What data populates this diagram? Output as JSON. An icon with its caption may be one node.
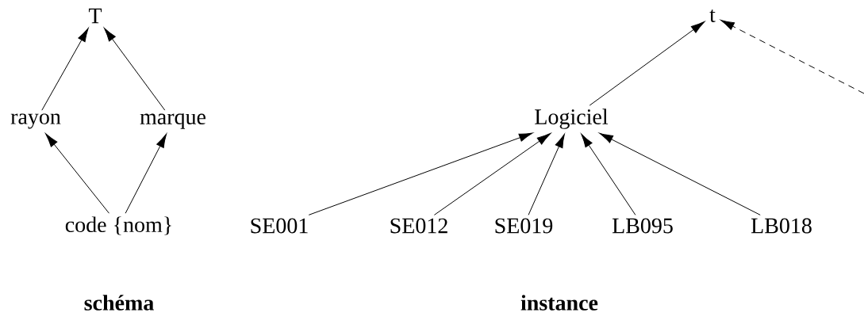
{
  "diagram": {
    "nodes": [
      {
        "text": [
          "T"
        ]
      },
      {
        "text": [
          "rayon"
        ]
      },
      {
        "text": [
          "marque"
        ]
      },
      {
        "text": [
          "code {nom}"
        ]
      },
      {
        "text": [
          "t"
        ]
      },
      {
        "text": [
          "Logiciel"
        ]
      },
      {
        "text": [
          "SE001"
        ]
      },
      {
        "text": [
          "SE012"
        ]
      },
      {
        "text": [
          "SE019"
        ]
      },
      {
        "text": [
          "LB095"
        ]
      },
      {
        "text": [
          "LB018"
        ]
      }
    ],
    "edges": [
      {
        "from": 1,
        "to": 0,
        "arrow": "to"
      },
      {
        "from": 2,
        "to": 0,
        "arrow": "to"
      },
      {
        "from": 3,
        "to": 1,
        "arrow": "to"
      },
      {
        "from": 3,
        "to": 2,
        "arrow": "to"
      },
      {
        "from": 5,
        "to": 4,
        "arrow": "to"
      },
      {
        "from": 6,
        "to": 5,
        "arrow": "to"
      },
      {
        "from": 7,
        "to": 5,
        "arrow": "to"
      },
      {
        "from": 8,
        "to": 5,
        "arrow": "to"
      },
      {
        "from": 9,
        "to": 5,
        "arrow": "to"
      },
      {
        "from": 10,
        "to": 5,
        "arrow": "to"
      },
      {
        "from": null,
        "to": 4,
        "arrow": "to",
        "style": "dashed"
      }
    ],
    "labels": [
      "schéma",
      "instance"
    ]
  }
}
